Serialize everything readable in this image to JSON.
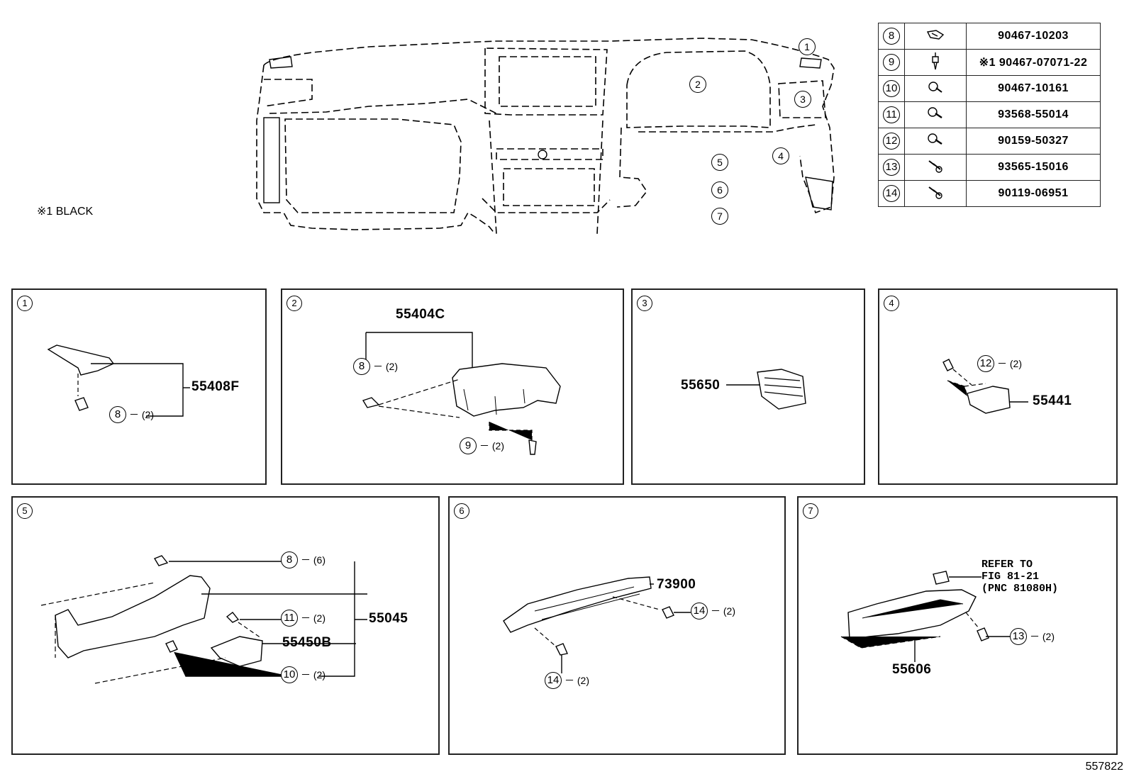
{
  "overview": {
    "labels": [
      "1",
      "2",
      "3",
      "4",
      "5",
      "6",
      "7"
    ],
    "black_note": "※1 BLACK"
  },
  "fastener_table": [
    {
      "ref": "8",
      "part": "90467-10203"
    },
    {
      "ref": "9",
      "part": "※1 90467-07071-22"
    },
    {
      "ref": "10",
      "part": "90467-10161"
    },
    {
      "ref": "11",
      "part": "93568-55014"
    },
    {
      "ref": "12",
      "part": "90159-50327"
    },
    {
      "ref": "13",
      "part": "93565-15016"
    },
    {
      "ref": "14",
      "part": "90119-06951"
    }
  ],
  "panels": [
    {
      "num": "1",
      "parts": [
        "55408F"
      ],
      "callouts": [
        {
          "ref": "8",
          "qty": "－ (2)"
        }
      ]
    },
    {
      "num": "2",
      "parts": [
        "55404C"
      ],
      "callouts": [
        {
          "ref": "8",
          "qty": "－ (2)"
        },
        {
          "ref": "9",
          "qty": "－ (2)"
        }
      ]
    },
    {
      "num": "3",
      "parts": [
        "55650"
      ],
      "callouts": []
    },
    {
      "num": "4",
      "parts": [
        "55441"
      ],
      "callouts": [
        {
          "ref": "12",
          "qty": "－ (2)"
        }
      ]
    },
    {
      "num": "5",
      "parts": [
        "55045",
        "55450B"
      ],
      "callouts": [
        {
          "ref": "8",
          "qty": "－ (6)"
        },
        {
          "ref": "11",
          "qty": "－ (2)"
        },
        {
          "ref": "10",
          "qty": "－ (2)"
        }
      ]
    },
    {
      "num": "6",
      "parts": [
        "73900"
      ],
      "callouts": [
        {
          "ref": "14",
          "qty": "－ (2)"
        },
        {
          "ref": "14",
          "qty": "－ (2)"
        }
      ]
    },
    {
      "num": "7",
      "parts": [
        "55606"
      ],
      "callouts": [
        {
          "ref": "13",
          "qty": "－ (2)"
        }
      ],
      "note": "REFER TO\nFIG 81-21\n(PNC 81080H)"
    }
  ],
  "figure_id": "557822"
}
